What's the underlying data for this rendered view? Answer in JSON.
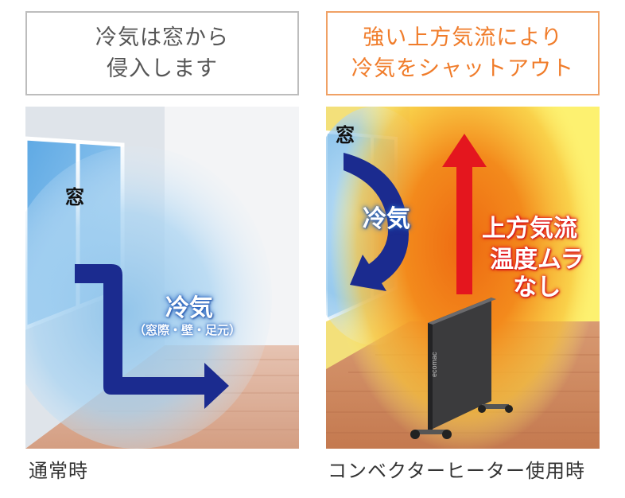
{
  "left": {
    "header": "冷気は窓から\n侵入します",
    "window_label": "窓",
    "cold_label": "冷気",
    "cold_sub": "（窓際・壁・足元）",
    "caption": "通常時"
  },
  "right": {
    "header": "強い上方気流により\n冷気をシャットアウト",
    "window_label": "窓",
    "cold_label": "冷気",
    "up_label": "上方気流",
    "temp_label": "温度ムラ\nなし",
    "heater_brand": "ecomac",
    "caption": "コンベクターヒーター使用時"
  },
  "colors": {
    "header_right_border": "#f0a165",
    "header_right_text": "#f07c2a",
    "cold_arrow": "#1b2b8f",
    "hot_arrow": "#e4161e",
    "floor": "#d9a88c",
    "warm_bg": "#fdf170"
  }
}
